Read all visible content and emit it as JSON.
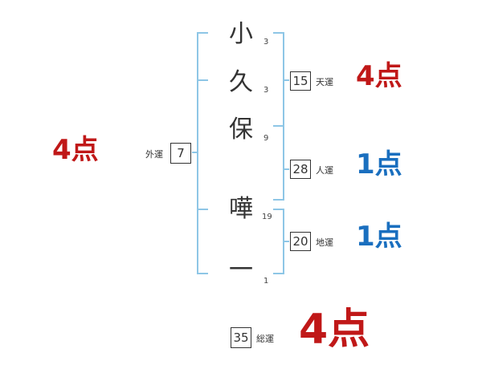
{
  "characters": [
    {
      "char": "小",
      "strokes": "3"
    },
    {
      "char": "久",
      "strokes": "3"
    },
    {
      "char": "保",
      "strokes": "9"
    },
    {
      "char": "嘩",
      "strokes": "19"
    },
    {
      "char": "一",
      "strokes": "1"
    }
  ],
  "fortunes": {
    "tenun": {
      "value": "15",
      "label": "天運",
      "score": "4点"
    },
    "jinun": {
      "value": "28",
      "label": "人運",
      "score": "1点"
    },
    "chiun": {
      "value": "20",
      "label": "地運",
      "score": "1点"
    },
    "gaiun": {
      "value": "7",
      "label": "外運",
      "score": "4点"
    },
    "souun": {
      "value": "35",
      "label": "総運",
      "score": "4点"
    }
  },
  "colors": {
    "good": "#c01818",
    "bad": "#1a6fbf",
    "bracket": "#8ec6e6",
    "text": "#333333"
  }
}
